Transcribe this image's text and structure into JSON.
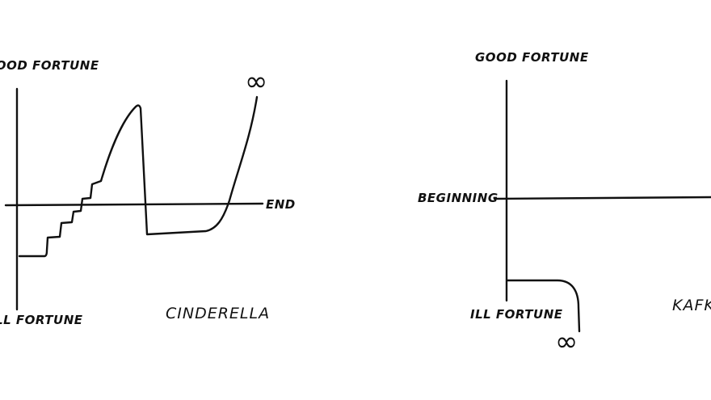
{
  "left_graph": {
    "title": "CINDERELLA",
    "y_top_label": "GOOD FORTUNE",
    "y_bottom_label": "ILL FORTUNE",
    "x_end_label": "END",
    "end_symbol": "∞"
  },
  "right_graph": {
    "title": "KAFKA",
    "y_top_label": "GOOD FORTUNE",
    "y_bottom_label": "ILL FORTUNE",
    "x_start_label": "BEGINNING",
    "end_symbol": "∞"
  }
}
